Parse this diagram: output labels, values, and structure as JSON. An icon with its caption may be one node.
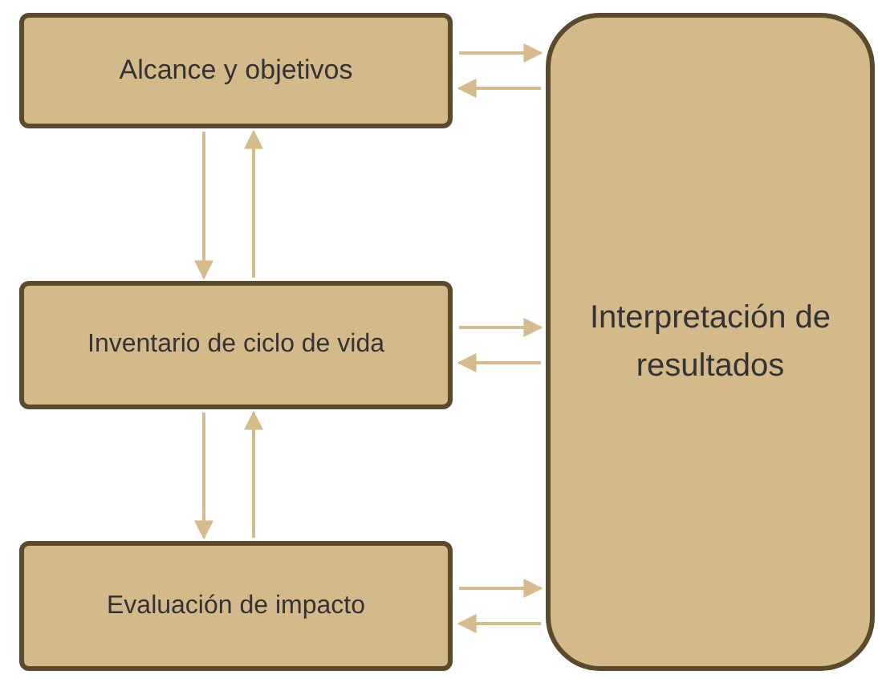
{
  "diagram": {
    "nodes": [
      {
        "text": [
          "Alcance y objetivos"
        ]
      },
      {
        "text": [
          "Inventario de ciclo de vida"
        ]
      },
      {
        "text": [
          "Evaluación de impacto"
        ]
      },
      {
        "text": [
          "Interpretación de resultados"
        ]
      }
    ],
    "edges": [
      {
        "from": 0,
        "to": 3,
        "arrow": "to"
      },
      {
        "from": 3,
        "to": 0,
        "arrow": "to"
      },
      {
        "from": 0,
        "to": 1,
        "arrow": "to"
      },
      {
        "from": 1,
        "to": 0,
        "arrow": "to"
      },
      {
        "from": 1,
        "to": 3,
        "arrow": "to"
      },
      {
        "from": 3,
        "to": 1,
        "arrow": "to"
      },
      {
        "from": 1,
        "to": 2,
        "arrow": "to"
      },
      {
        "from": 2,
        "to": 1,
        "arrow": "to"
      },
      {
        "from": 2,
        "to": 3,
        "arrow": "to"
      },
      {
        "from": 3,
        "to": 2,
        "arrow": "to"
      }
    ]
  }
}
